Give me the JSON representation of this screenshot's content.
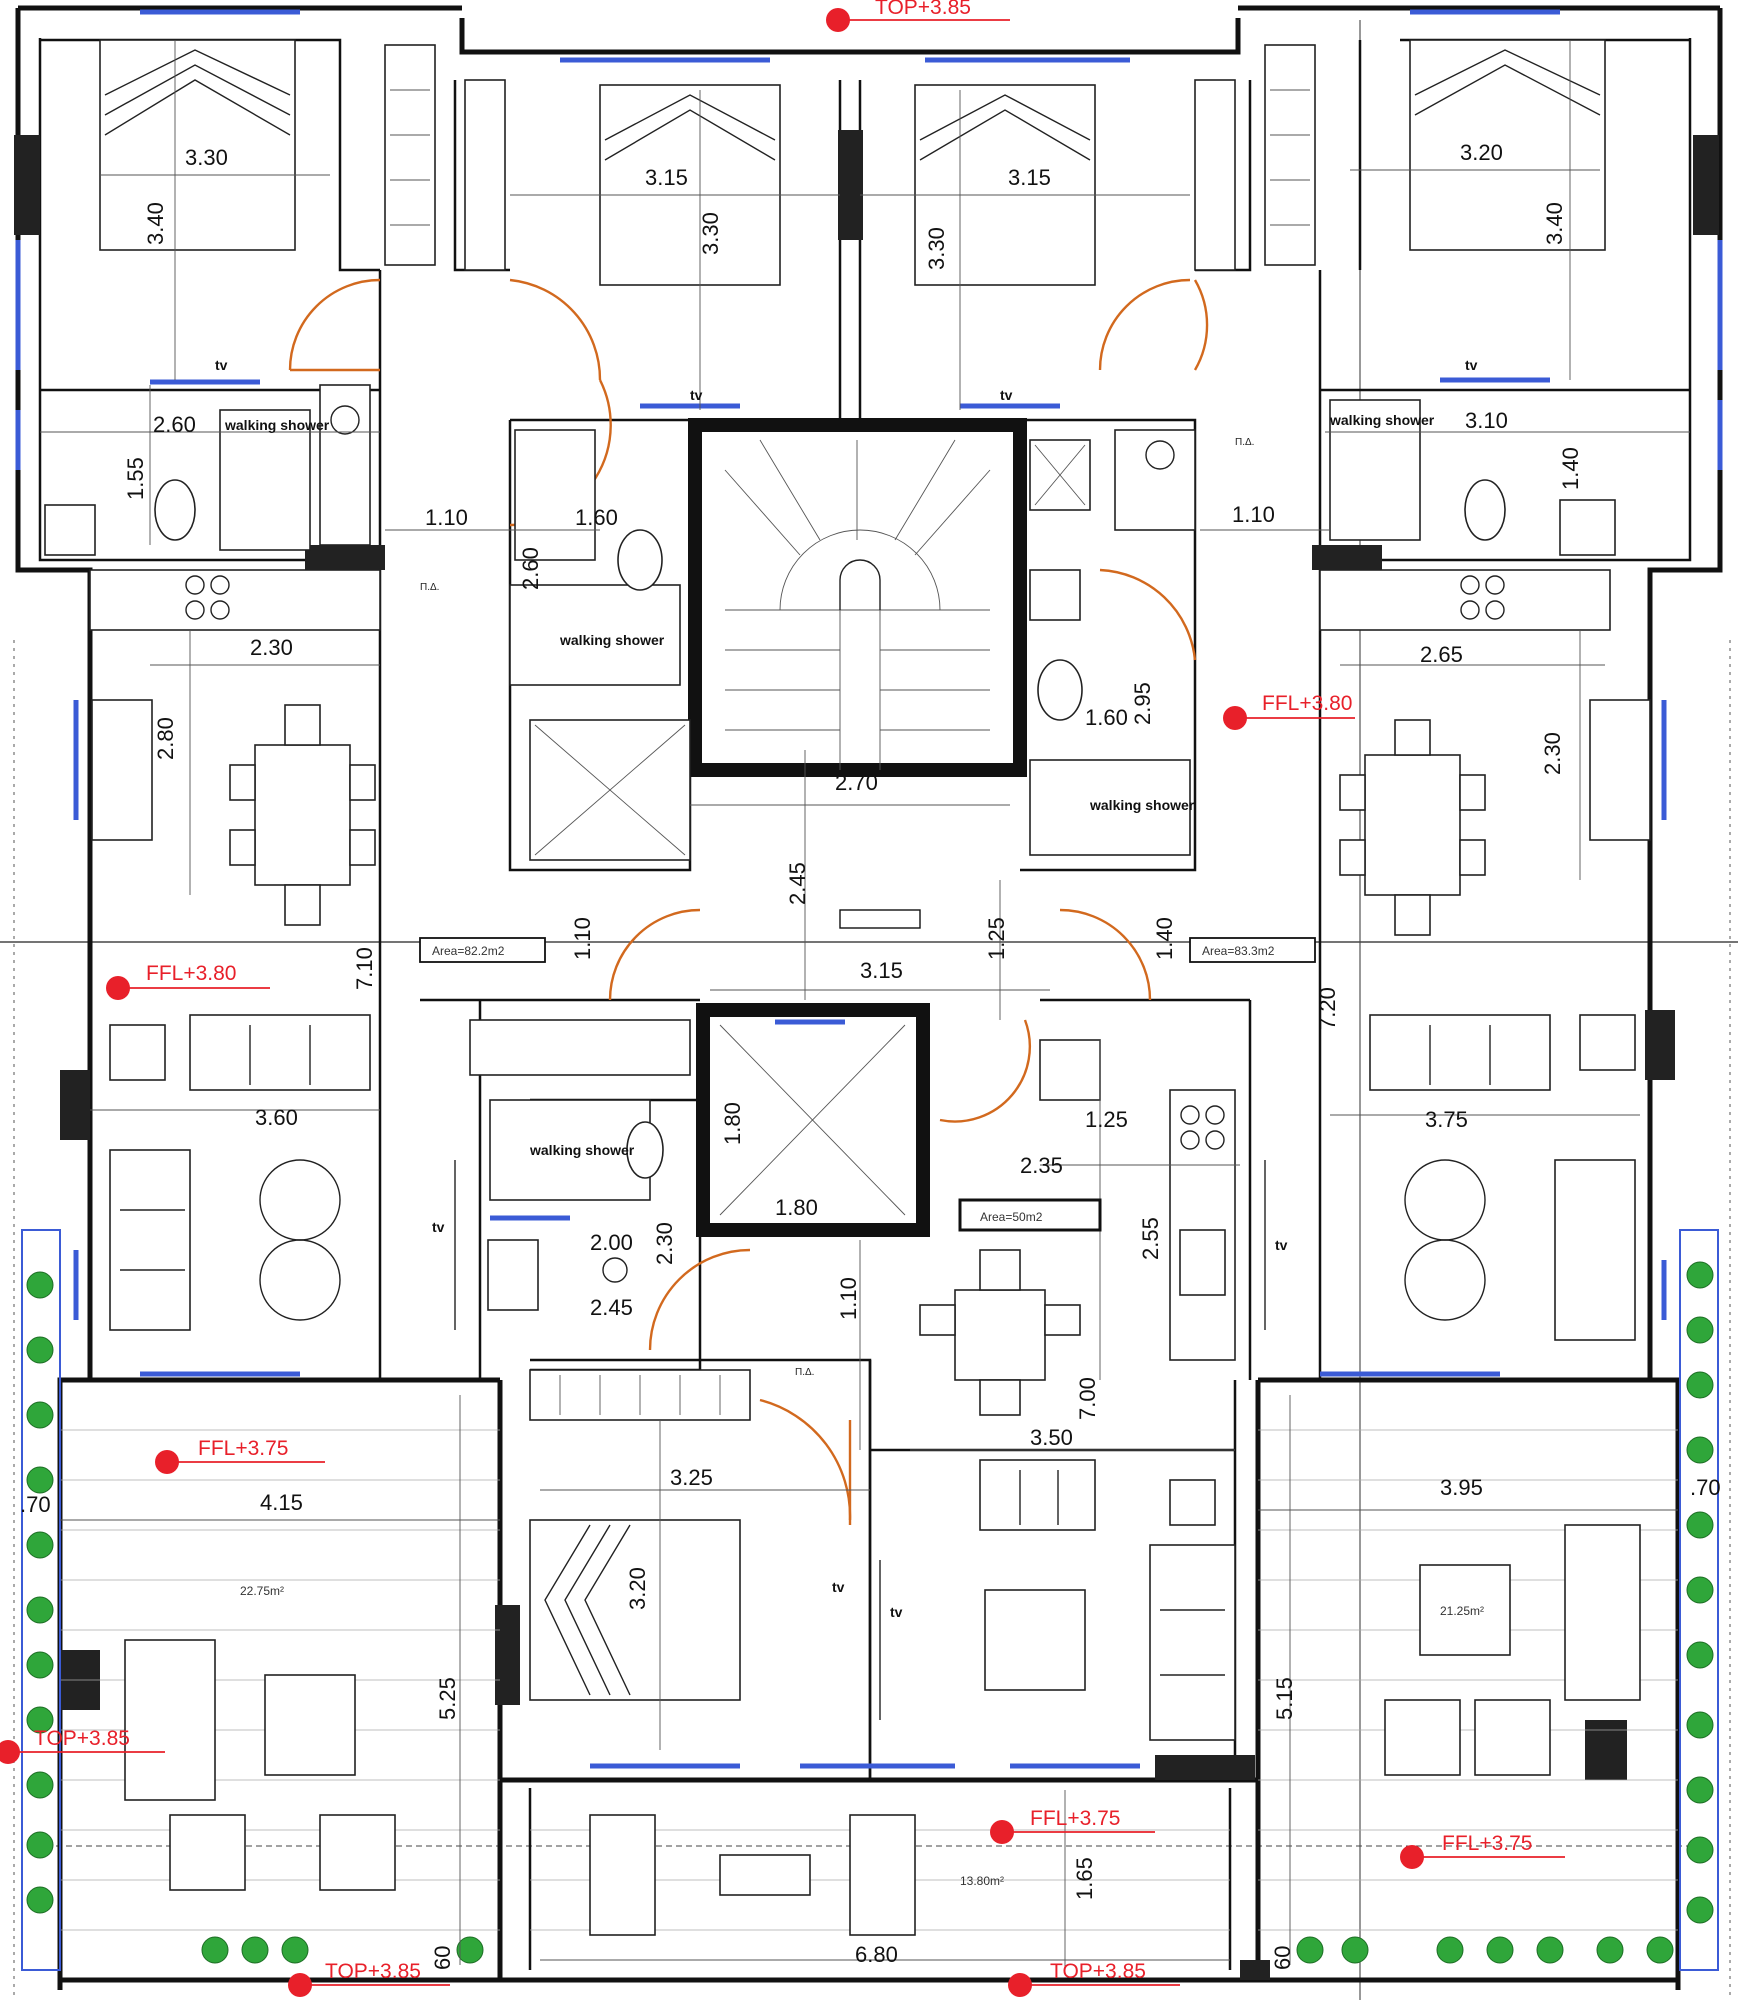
{
  "levels": [
    {
      "id": "top-north",
      "text": "TOP+3.85"
    },
    {
      "id": "ffl-right",
      "text": "FFL+3.80"
    },
    {
      "id": "ffl-left",
      "text": "FFL+3.80"
    },
    {
      "id": "ffl-balc-left",
      "text": "FFL+3.75"
    },
    {
      "id": "top-west",
      "text": "TOP+3.85"
    },
    {
      "id": "ffl-balc-mid",
      "text": "FFL+3.75"
    },
    {
      "id": "ffl-balc-right",
      "text": "FFL+3.75"
    },
    {
      "id": "top-south-left",
      "text": "TOP+3.85"
    },
    {
      "id": "top-south-mid",
      "text": "TOP+3.85"
    }
  ],
  "dimensions": [
    {
      "id": "d1",
      "text": "3.30"
    },
    {
      "id": "d2",
      "text": "3.40"
    },
    {
      "id": "d3",
      "text": "3.15"
    },
    {
      "id": "d4",
      "text": "3.30"
    },
    {
      "id": "d5",
      "text": "3.15"
    },
    {
      "id": "d6",
      "text": "3.30"
    },
    {
      "id": "d7",
      "text": "3.20"
    },
    {
      "id": "d8",
      "text": "3.40"
    },
    {
      "id": "d9",
      "text": "2.60"
    },
    {
      "id": "d10",
      "text": "1.55"
    },
    {
      "id": "d11",
      "text": "1.10"
    },
    {
      "id": "d12",
      "text": "1.60"
    },
    {
      "id": "d13",
      "text": "2.60"
    },
    {
      "id": "d14",
      "text": "1.10"
    },
    {
      "id": "d15",
      "text": "3.10"
    },
    {
      "id": "d16",
      "text": "1.40"
    },
    {
      "id": "d17",
      "text": "2.30"
    },
    {
      "id": "d18",
      "text": "2.80"
    },
    {
      "id": "d19",
      "text": "2.65"
    },
    {
      "id": "d20",
      "text": "2.30"
    },
    {
      "id": "d21",
      "text": "1.60"
    },
    {
      "id": "d22",
      "text": "2.95"
    },
    {
      "id": "d23",
      "text": "2.70"
    },
    {
      "id": "d24",
      "text": "2.45"
    },
    {
      "id": "d25",
      "text": "1.10"
    },
    {
      "id": "d26",
      "text": "3.15"
    },
    {
      "id": "d27",
      "text": "1.25"
    },
    {
      "id": "d28",
      "text": "1.40"
    },
    {
      "id": "d29",
      "text": "7.10"
    },
    {
      "id": "d30",
      "text": "7.20"
    },
    {
      "id": "d31",
      "text": "3.60"
    },
    {
      "id": "d32",
      "text": "3.75"
    },
    {
      "id": "d33",
      "text": "1.80"
    },
    {
      "id": "d34",
      "text": "1.80"
    },
    {
      "id": "d35",
      "text": "1.25"
    },
    {
      "id": "d36",
      "text": "2.35"
    },
    {
      "id": "d37",
      "text": "2.55"
    },
    {
      "id": "d38",
      "text": "2.00"
    },
    {
      "id": "d39",
      "text": "2.30"
    },
    {
      "id": "d40",
      "text": "2.45"
    },
    {
      "id": "d41",
      "text": "1.10"
    },
    {
      "id": "d42",
      "text": "7.00"
    },
    {
      "id": "d43",
      "text": "3.50"
    },
    {
      "id": "d44",
      "text": "3.25"
    },
    {
      "id": "d45",
      "text": "4.15"
    },
    {
      "id": "d46",
      "text": ".70"
    },
    {
      "id": "d47",
      "text": "3.95"
    },
    {
      "id": "d48",
      "text": ".70"
    },
    {
      "id": "d49",
      "text": "3.20"
    },
    {
      "id": "d50",
      "text": "5.25"
    },
    {
      "id": "d51",
      "text": "5.15"
    },
    {
      "id": "d52",
      "text": "1.65"
    },
    {
      "id": "d53",
      "text": "6.80"
    },
    {
      "id": "d54",
      "text": "60"
    },
    {
      "id": "d55",
      "text": "60"
    }
  ],
  "labels": {
    "tv": "tv",
    "walking_shower": "walking shower",
    "pa": "П.Δ.",
    "area_left": "Area=82.2m2",
    "area_right": "Area=83.3m2",
    "area_mid": "Area=50m2",
    "balcony_left_area": "22.75m²",
    "balcony_right_area": "21.25m²",
    "balcony_mid_area": "13.80m²"
  }
}
